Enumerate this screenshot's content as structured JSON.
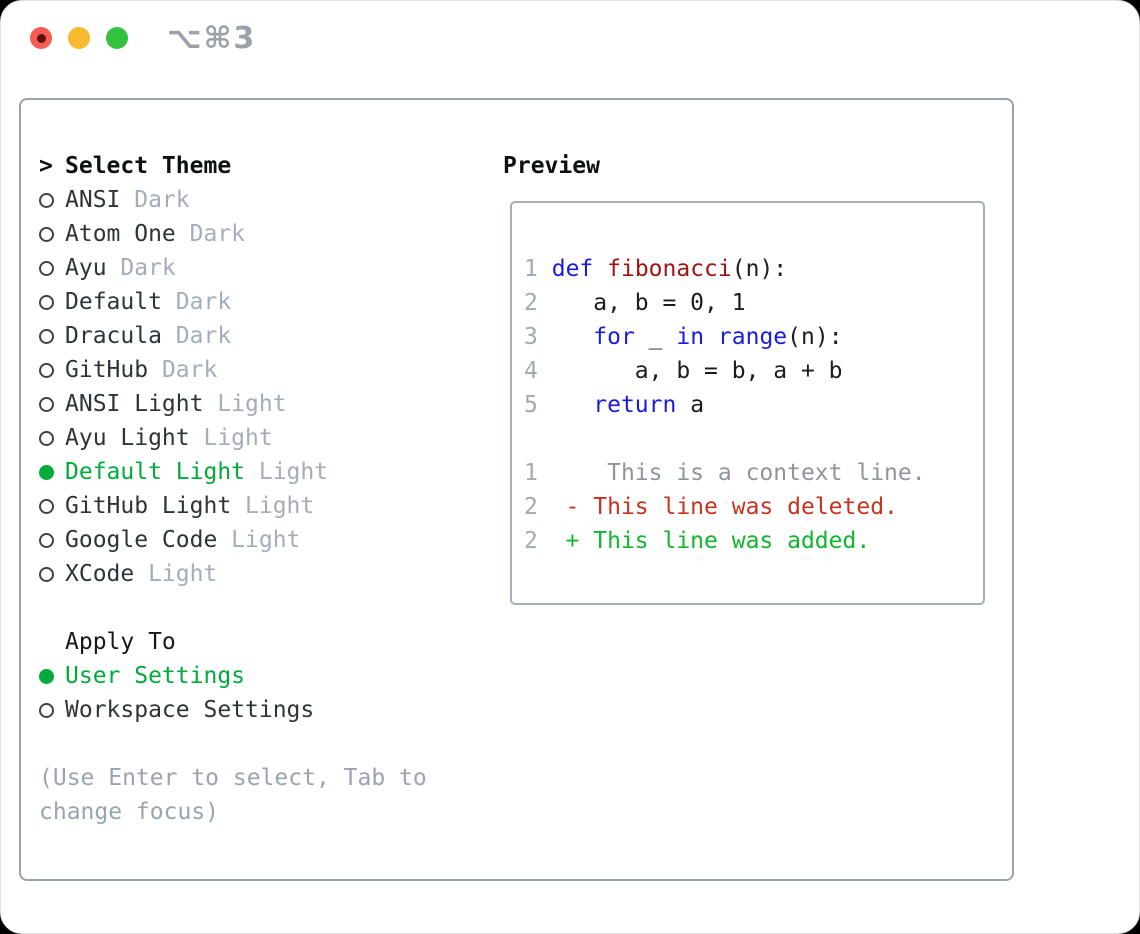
{
  "window": {
    "shortcut": "⌥⌘3",
    "buttons": [
      "close",
      "minimize",
      "zoom"
    ]
  },
  "colors": {
    "accent_green": "#00ab3b",
    "keyword_blue": "#1b1be0",
    "function_red": "#a31515",
    "diff_deleted_red": "#c7331f",
    "diff_added_green": "#10b72c",
    "muted_gray": "#a4adb9",
    "hint_gray": "#9aa4b1",
    "panel_border": "#9aa2ad"
  },
  "theme_picker": {
    "prompt": ">",
    "title": "Select Theme",
    "themes": [
      {
        "name": "ANSI",
        "variant": "Dark",
        "selected": false
      },
      {
        "name": "Atom One",
        "variant": "Dark",
        "selected": false
      },
      {
        "name": "Ayu",
        "variant": "Dark",
        "selected": false
      },
      {
        "name": "Default",
        "variant": "Dark",
        "selected": false
      },
      {
        "name": "Dracula",
        "variant": "Dark",
        "selected": false
      },
      {
        "name": "GitHub",
        "variant": "Dark",
        "selected": false
      },
      {
        "name": "ANSI Light",
        "variant": "Light",
        "selected": false
      },
      {
        "name": "Ayu Light",
        "variant": "Light",
        "selected": false
      },
      {
        "name": "Default Light",
        "variant": "Light",
        "selected": true
      },
      {
        "name": "GitHub Light",
        "variant": "Light",
        "selected": false
      },
      {
        "name": "Google Code",
        "variant": "Light",
        "selected": false
      },
      {
        "name": "XCode",
        "variant": "Light",
        "selected": false
      }
    ],
    "apply_to": {
      "title": "Apply To",
      "options": [
        {
          "label": "User Settings",
          "selected": true
        },
        {
          "label": "Workspace Settings",
          "selected": false
        }
      ]
    },
    "hint_line1": "(Use Enter to select, Tab to",
    "hint_line2": "change focus)"
  },
  "preview": {
    "title": "Preview",
    "code": [
      {
        "num": "1",
        "indent": "",
        "tokens": [
          [
            "kw",
            "def"
          ],
          [
            "pl",
            " "
          ],
          [
            "fn",
            "fibonacci"
          ],
          [
            "pl",
            "(n):"
          ]
        ]
      },
      {
        "num": "2",
        "indent": "   ",
        "tokens": [
          [
            "pl",
            "a, b = 0, 1"
          ]
        ]
      },
      {
        "num": "3",
        "indent": "   ",
        "tokens": [
          [
            "kw",
            "for"
          ],
          [
            "pl",
            " _ "
          ],
          [
            "kw",
            "in"
          ],
          [
            "pl",
            " "
          ],
          [
            "kw",
            "range"
          ],
          [
            "pl",
            "(n):"
          ]
        ]
      },
      {
        "num": "4",
        "indent": "      ",
        "tokens": [
          [
            "pl",
            "a, b = b, a + b"
          ]
        ]
      },
      {
        "num": "5",
        "indent": "   ",
        "tokens": [
          [
            "kw",
            "return"
          ],
          [
            "pl",
            " a"
          ]
        ]
      }
    ],
    "diff": [
      {
        "num": "1",
        "gap": "     ",
        "marker": "",
        "text": "This is a context line.",
        "type": "context"
      },
      {
        "num": "2",
        "gap": "  ",
        "marker": "- ",
        "text": "This line was deleted.",
        "type": "deleted"
      },
      {
        "num": "2",
        "gap": "  ",
        "marker": "+ ",
        "text": "This line was added.",
        "type": "added"
      }
    ]
  }
}
